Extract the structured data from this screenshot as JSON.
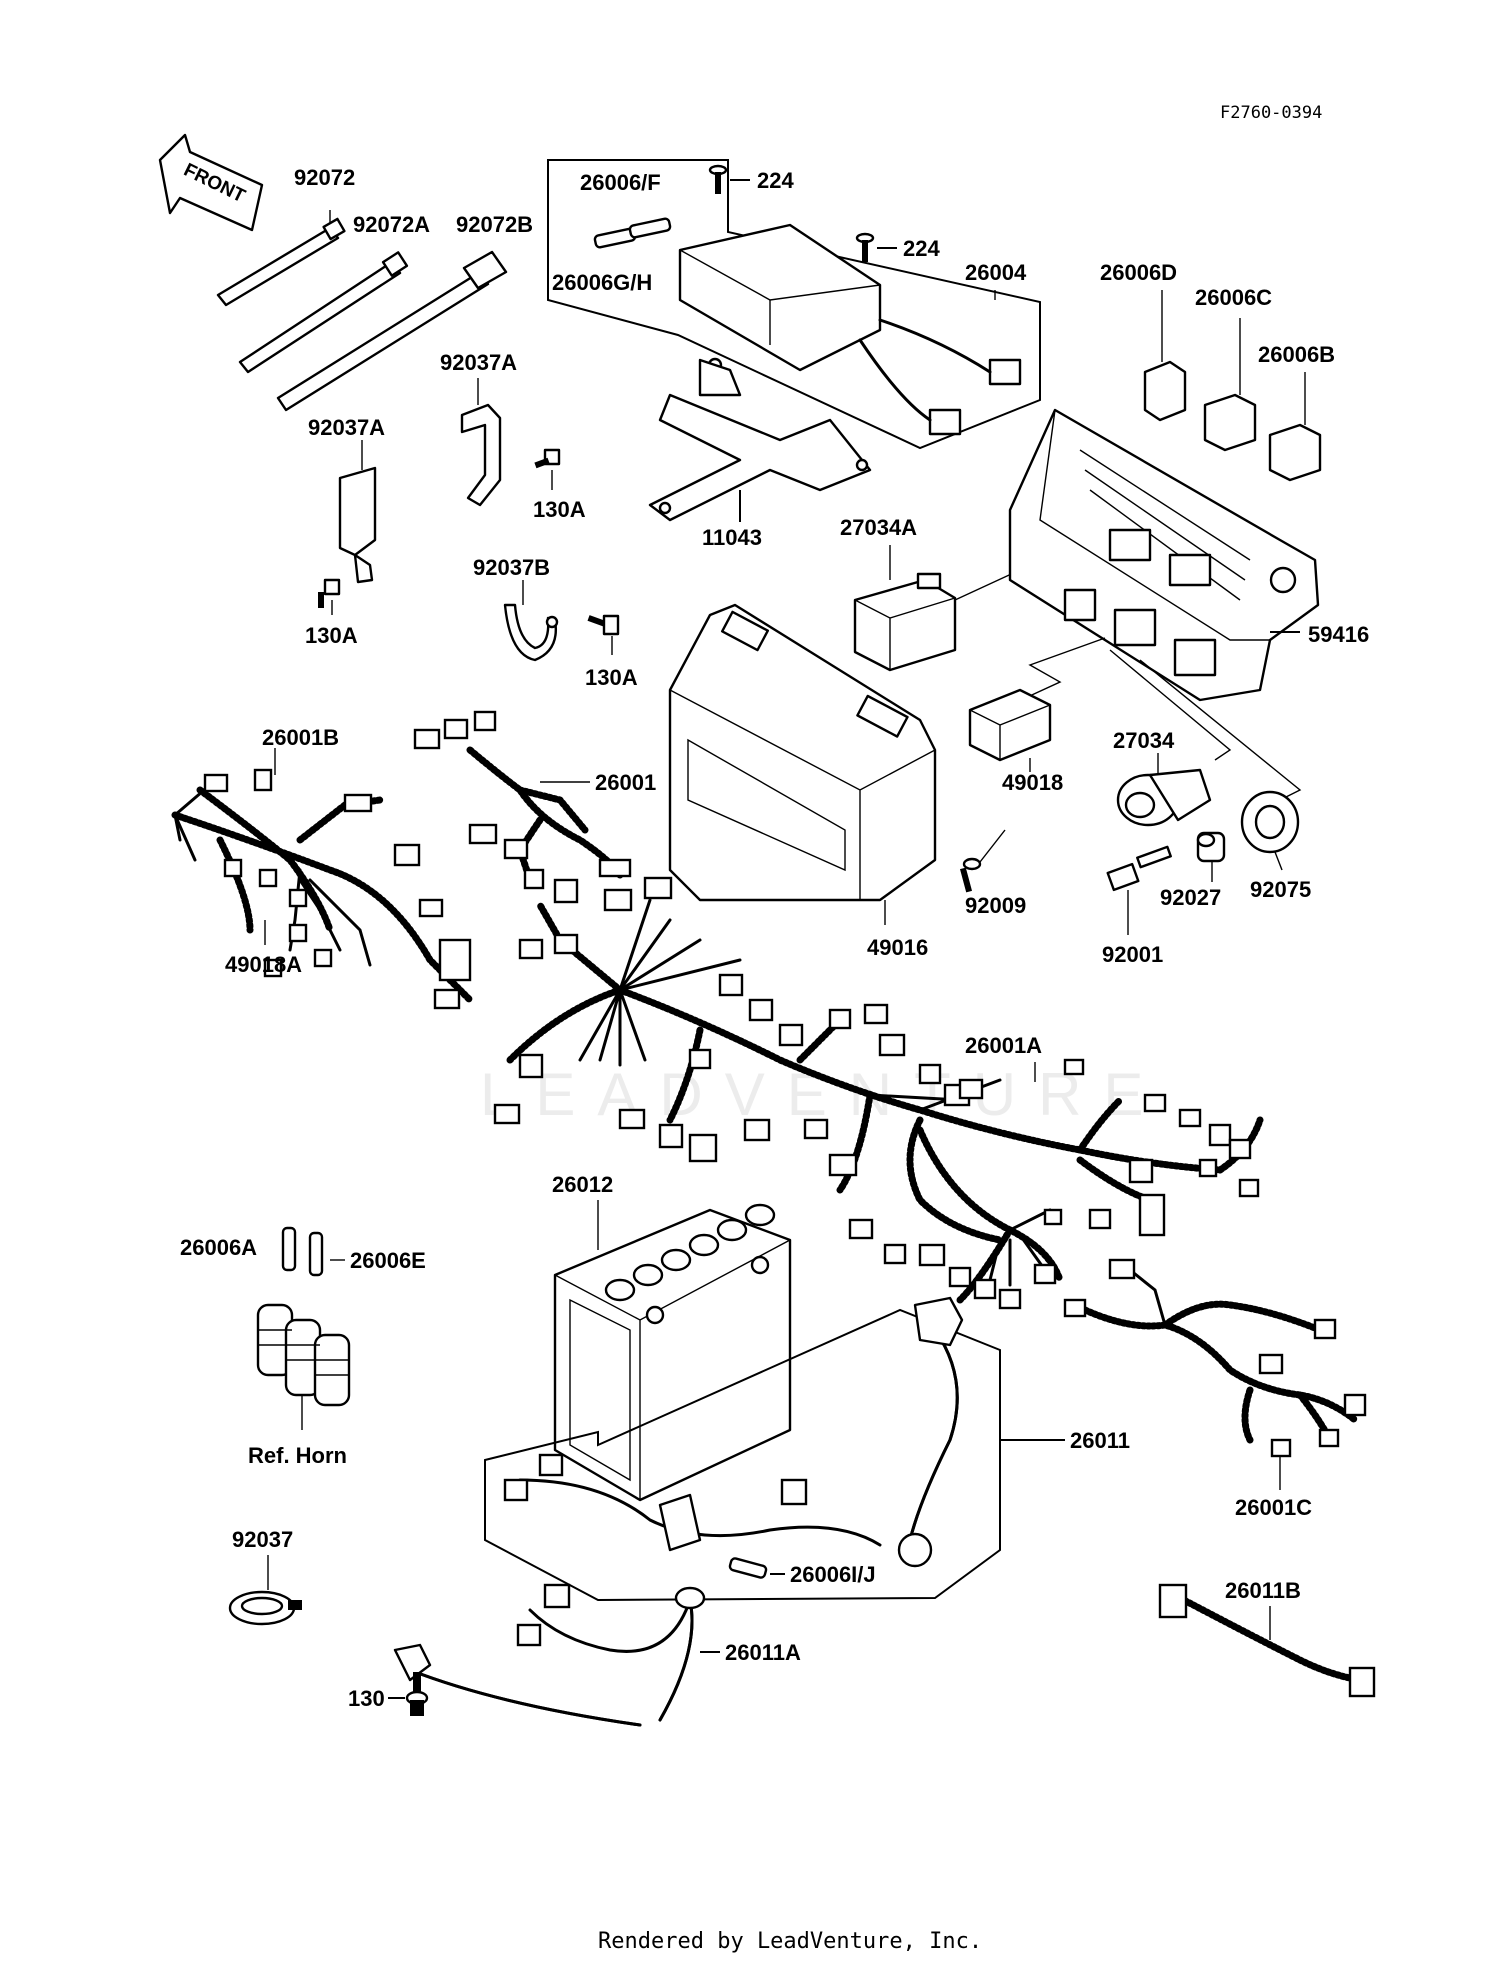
{
  "diagram_code": "F2760-0394",
  "front_arrow": "FRONT",
  "watermark": "LEADVENTURE",
  "footer": "Rendered by LeadVenture, Inc.",
  "labels": {
    "p92072": "92072",
    "p92072A": "92072A",
    "p92072B": "92072B",
    "p26006F": "26006/F",
    "p26006GH": "26006G/H",
    "p224a": "224",
    "p224b": "224",
    "p26004": "26004",
    "p26006D": "26006D",
    "p26006C": "26006C",
    "p26006B": "26006B",
    "p92037Aa": "92037A",
    "p92037Ab": "92037A",
    "p130Aa": "130A",
    "p130Ab": "130A",
    "p130Ac": "130A",
    "p11043": "11043",
    "p27034A": "27034A",
    "p59416": "59416",
    "p92037B": "92037B",
    "p26001B": "26001B",
    "p26001": "26001",
    "p49018": "49018",
    "p27034": "27034",
    "p49018A": "49018A",
    "p92009": "92009",
    "p92027": "92027",
    "p92075": "92075",
    "p49016": "49016",
    "p92001": "92001",
    "p26001A": "26001A",
    "p26012": "26012",
    "p26006A": "26006A",
    "p26006E": "26006E",
    "pRefHorn": "Ref. Horn",
    "p26011": "26011",
    "p26001C": "26001C",
    "p92037": "92037",
    "p26006IJ": "26006I/J",
    "p26011B": "26011B",
    "p26011A": "26011A",
    "p130": "130"
  }
}
